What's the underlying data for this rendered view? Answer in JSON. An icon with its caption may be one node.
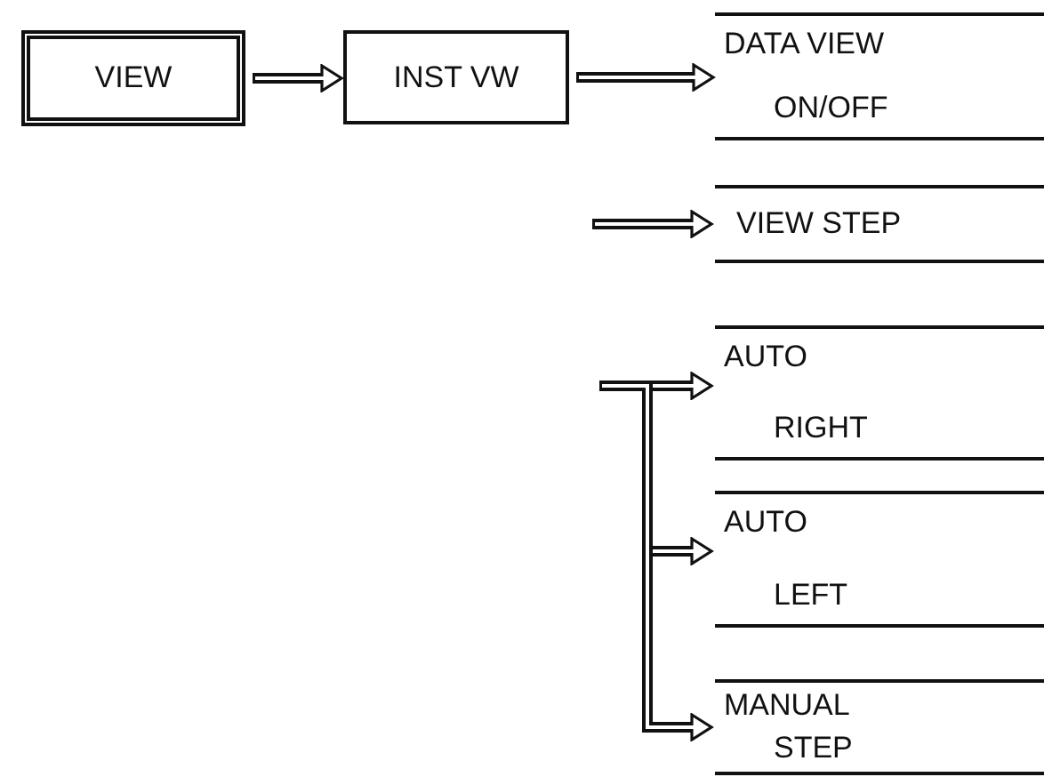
{
  "diagram": {
    "nodes": [
      {
        "text": [
          "VIEW"
        ]
      },
      {
        "text": [
          "INST VW"
        ]
      },
      {
        "text": [
          "DATA VIEW",
          "ON/OFF"
        ]
      },
      {
        "text": [
          "VIEW STEP"
        ]
      },
      {
        "text": [
          "AUTO",
          "RIGHT"
        ]
      },
      {
        "text": [
          "AUTO",
          "LEFT"
        ]
      },
      {
        "text": [
          "MANUAL",
          "STEP"
        ]
      }
    ],
    "edges": [
      {
        "from": 0,
        "to": 1,
        "arrow": "to"
      },
      {
        "from": 1,
        "to": 2,
        "arrow": "to"
      },
      {
        "from": null,
        "to": 3,
        "arrow": "to"
      },
      {
        "from": null,
        "to": 4,
        "arrow": "to"
      },
      {
        "from": null,
        "to": 5,
        "arrow": "to"
      },
      {
        "from": null,
        "to": 6,
        "arrow": "to"
      }
    ]
  }
}
